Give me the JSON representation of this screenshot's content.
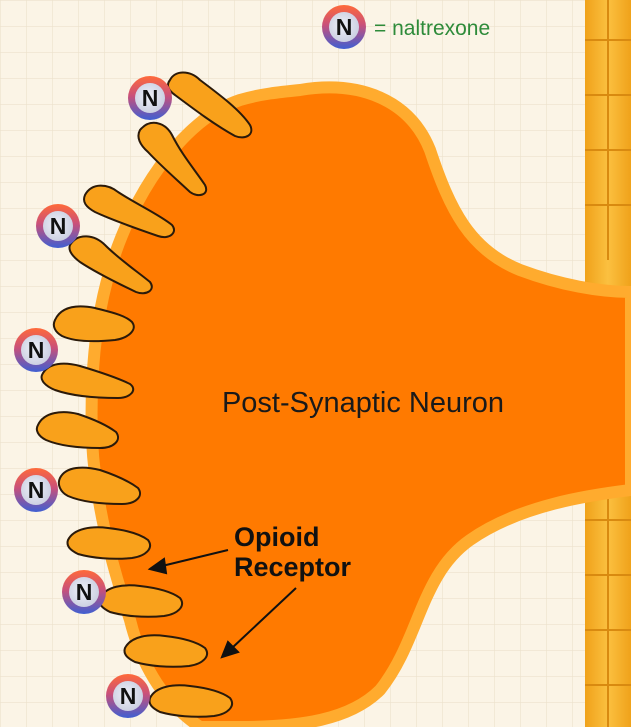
{
  "legend": {
    "symbol": "N",
    "text": "= naltrexone",
    "text_color": "#2e8b3a"
  },
  "neuron": {
    "label": "Post-Synaptic Neuron",
    "fill_color": "#ff7a00",
    "outline_color": "#ffab2e"
  },
  "receptor": {
    "label_line1": "Opioid",
    "label_line2": "Receptor",
    "fill_color": "#f9a11b"
  },
  "antagonist": {
    "symbol": "N",
    "ball_gradient": [
      "#e85a3a",
      "#4d5fc8"
    ]
  },
  "icons": {
    "antagonist": "naltrexone-ball-icon",
    "receptor": "opioid-receptor-shape"
  }
}
